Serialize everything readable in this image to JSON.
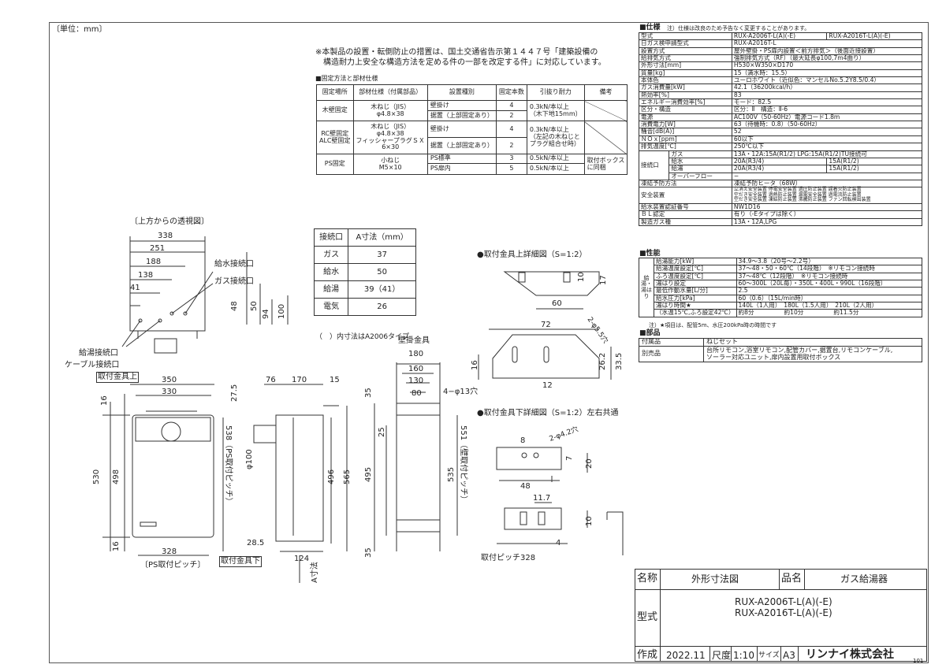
{
  "unit_label": "〔単位：mm〕",
  "notice": {
    "line1": "※本製品の設置・転倒防止の措置は、国土交通省告示第１４４７号「建築設備の",
    "line2": "構造耐力上安全な構造方法を定める件の一部を改定する件」に対応しています。"
  },
  "fix_table": {
    "title": "■固定方法と部材仕様",
    "headers": [
      "固定場所",
      "部材仕様（付属部品）",
      "設置種別",
      "固定本数",
      "引抜り耐力",
      "備考"
    ],
    "rows": [
      {
        "place": "木壁固定",
        "spec1": "木ねじ（JIS）",
        "spec2": "φ4.8×38",
        "spec3": "",
        "type1": "壁掛け",
        "type2": "据置（上部固定あり）",
        "n1": "4",
        "n2": "2",
        "f1": "0.3kN/本以上",
        "f2": "（木下地15mm）",
        "f3": "",
        "note": ""
      },
      {
        "place": "RC壁固定",
        "place2": "ALC壁固定",
        "spec1": "木ねじ（JIS）",
        "spec2": "φ4.8×38",
        "spec3": "フィッシャープラグＳＸ",
        "spec4": "6×30",
        "type1": "壁掛け",
        "type2": "据置（上部固定あり）",
        "n1": "4",
        "n2": "2",
        "f1": "0.3kN/本以上",
        "f2": "（左記の木ねじと",
        "f3": "プラグ組合せ時）",
        "note": ""
      },
      {
        "place": "PS固定",
        "spec1": "小ねじ",
        "spec2": "M5×10",
        "type1": "PS標準",
        "type2": "PS扉内",
        "n1": "3",
        "n2": "5",
        "f1": "0.5kN/本以上",
        "f2": "0.5kN/本以上",
        "note1": "取付ボックス",
        "note2": "に同梱"
      }
    ]
  },
  "a_table": {
    "headers": [
      "接続口",
      "A寸法（mm）"
    ],
    "rows": [
      [
        "ガス",
        "37"
      ],
      [
        "給水",
        "50"
      ],
      [
        "給湯",
        "39（41）"
      ],
      [
        "電気",
        "26"
      ]
    ],
    "note": "（　）内寸法はA2006タイプ"
  },
  "drawing_labels": {
    "top_view": "〔上方からの透視図〕",
    "water_in": "給水接続口",
    "gas_in": "ガス接続口",
    "hot_out": "給湯接続口",
    "cable_in": "ケーブル接続口",
    "bracket_top": "取付金具上",
    "bracket_bottom": "取付金具下",
    "ps_pitch": "〔PS取付ピッチ〕",
    "ps_pitch_v": "538（PS取付ピッチ）",
    "wall_pitch_v": "551（壁取付ピッチ）",
    "wall_bracket": "壁掛金具",
    "hole": "4−φ13穴",
    "detail_top": "●取付金具上詳細図（S=1:2）",
    "detail_bottom": "●取付金具下詳細図（S=1:2）左右共通",
    "pitch328": "取付ピッチ328",
    "a_dim": "A寸法",
    "phi100": "φ100"
  },
  "dims": {
    "top": [
      "338",
      "251",
      "188",
      "138",
      "41",
      "48",
      "50",
      "94",
      "100"
    ],
    "front": [
      "350",
      "330",
      "16",
      "530",
      "498",
      "16",
      "328"
    ],
    "side": [
      "76",
      "170",
      "15",
      "27.5",
      "496",
      "565",
      "28.5",
      "124"
    ],
    "wall": [
      "180",
      "160",
      "130",
      "80",
      "35",
      "25",
      "495",
      "535",
      "35"
    ],
    "dtop": [
      "10",
      "17",
      "60",
      "2-φ5.5穴",
      "72",
      "16",
      "26.2",
      "33.5",
      "12"
    ],
    "dbot": [
      "8",
      "2-φ4.2穴",
      "7",
      "20",
      "48",
      "11.7",
      "10",
      "4"
    ]
  },
  "spec": {
    "title": "■仕様",
    "note": "注）仕様は改良のため予告なく変更することがあります。",
    "rows": [
      [
        "型式",
        "RUX-A2006T-L(A)(-E)",
        "RUX-A2016T-L(A)(-E)"
      ],
      [
        "日ガス検申請型式",
        "RUX-A2016T-L",
        ""
      ],
      [
        "設置方式",
        "屋外壁掛・PS扉内設置＜前方排気＞（後面近接設置）",
        ""
      ],
      [
        "給排気方式",
        "強制排気方式（RF）（最大延長φ100,7m4曲り）",
        ""
      ],
      [
        "外形寸法[mm]",
        "H530×W350×D170",
        ""
      ],
      [
        "質量[kg]",
        "15（満水時：15.5）",
        ""
      ],
      [
        "本体色",
        "ユーロホワイト（近似色：マンセルNo.5.2Y8.5/0.4）",
        ""
      ],
      [
        "ガス消費量[kW]",
        "42.1（36200kcal/h）",
        ""
      ],
      [
        "熱効率[%]",
        "83",
        ""
      ],
      [
        "エネルギー消費効率[%]",
        "モード：82.5",
        ""
      ],
      [
        "区分・構造",
        "区分：Ⅱ　構造：Ⅱ-6",
        ""
      ],
      [
        "電源",
        "AC100V（50-60Hz）電源コード1.8m",
        ""
      ],
      [
        "消費電力[W]",
        "63（待機時：0.8）（50-60Hz）",
        ""
      ],
      [
        "騒音[dB(A)]",
        "52",
        ""
      ],
      [
        "ＮＯｘ[ppm]",
        "60以下",
        ""
      ],
      [
        "排気温度[℃]",
        "250℃以下",
        ""
      ]
    ],
    "conn": {
      "label": "接続口",
      "rows": [
        [
          "ガス",
          "13A・12A:15A(R1/2)  LPG:15A(R1/2)TU接続可",
          ""
        ],
        [
          "給水",
          "20A(R3/4)",
          "15A(R1/2)"
        ],
        [
          "給湯",
          "20A(R3/4)",
          "15A(R1/2)"
        ],
        [
          "オーバーフロー",
          "−",
          ""
        ]
      ]
    },
    "rows2": [
      [
        "凍結予防方法",
        "凍結予防ヒータ（68W）"
      ],
      [
        "安全装置",
        "立消え安全装置 停電安全装置 過圧防止装置 誤着火防止装置|空だき安全装置 過熱防止装置 漏電安全装置 過電流防止装置|空だき安全装置 凍結防止装置 沸騰防止装置 ファン回転検出装置"
      ],
      [
        "給水装置認証番号",
        "NW1D16"
      ],
      [
        "ＢＬ認定",
        "有り（-Eタイプは除く）"
      ],
      [
        "製造ガス種",
        "13A・12A,LPG"
      ]
    ]
  },
  "performance": {
    "title": "■性能",
    "side_label": "給湯・湯はり",
    "rows": [
      [
        "給湯能力[kW]",
        "34.9〜3.8（20号〜2.2号）"
      ],
      [
        "給湯温度設定[℃]",
        "37〜48・50・60℃（14段階）　※リモコン接続時"
      ],
      [
        "ふろ温度設定[℃]",
        "37〜48℃（12段階）　※リモコン接続時"
      ],
      [
        "湯はり設定",
        "60〜300L（20L毎）・350L・400L・990L（16段階）"
      ],
      [
        "最低作動水量[L/分]",
        "2.5"
      ],
      [
        "給水圧力[kPa]",
        "60（0.6）（15L/min時）"
      ],
      [
        "湯はり時間★",
        "140L（1人用）　180L（1.5人用）　210L（2人用）"
      ],
      [
        "（水温15℃,ふろ設定42℃）",
        "約8分　　　　　約10分　　　　　約11.5分"
      ]
    ],
    "footnote": "注）★項目は、配管5m、水圧200kPa時の時間です"
  },
  "parts": {
    "title": "■部品",
    "rows": [
      [
        "付属品",
        "ねじセット"
      ],
      [
        "別売品",
        "台所リモコン,浴室リモコン,配管カバー,据置台,リモコンケーブル,|ソーラー対応ユニット,扉内設置用取付ボックス"
      ]
    ]
  },
  "titleblock": {
    "name_label": "名称",
    "name": "外形寸法図",
    "item_label": "品名",
    "item": "ガス給湯器",
    "model_label": "型式",
    "model1": "RUX-A2006T-L(A)(-E)",
    "model2": "RUX-A2016T-L(A)(-E)",
    "made_label": "作成",
    "date": "2022.11",
    "scale_label": "尺度",
    "scale": "1:10",
    "size_label": "サイズ",
    "size": "A3",
    "company": "リンナイ株式会社",
    "sheet": "101"
  }
}
